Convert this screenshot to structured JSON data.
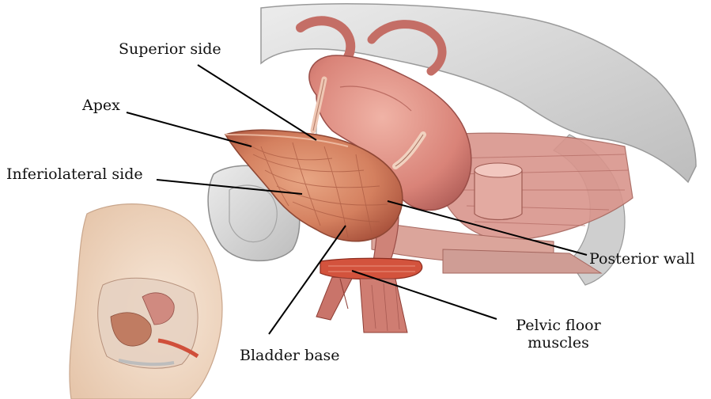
{
  "labels": {
    "superior_side": "Superior side",
    "apex": "Apex",
    "inferiolateral_side": "Inferiolateral side",
    "posterior_wall": "Posterior wall",
    "bladder_base": "Bladder base",
    "pelvic_floor_line1": "Pelvic floor",
    "pelvic_floor_line2": "muscles"
  },
  "colors": {
    "bladder": "#d98a6a",
    "bladder_dark": "#b85f45",
    "uterus": "#e39a8f",
    "uterus_dark": "#c4706a",
    "bone": "#d9d9d9",
    "bone_dark": "#a9a9a9",
    "muscle": "#c9625a",
    "skin": "#f2dcc8",
    "leader_line": "#000000"
  }
}
